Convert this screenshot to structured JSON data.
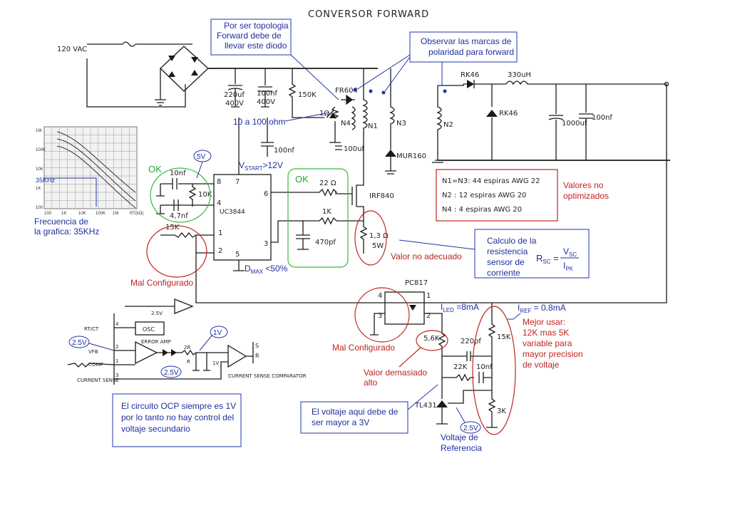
{
  "title": "CONVERSOR   FORWARD",
  "input": {
    "ac_label": "120 VAC"
  },
  "components": {
    "c_bulk1": "220uf",
    "c_bulk1_v": "400V",
    "c_bulk2": "100nf",
    "c_bulk2_v": "400V",
    "r_start": "150K",
    "d_fr604": "FR604",
    "r_gate": "1Ω",
    "n4_label": "N4",
    "n1_label": "N1",
    "n3_label": "N3",
    "d_mur160": "MUR160",
    "c_vcc": "100nf",
    "c_vcc2": "100uf",
    "n2_label": "N2",
    "d_rk46_a": "RK46",
    "d_rk46_b": "RK46",
    "l_out": "330uH",
    "c_out1": "1000uf",
    "c_out2": "100nf",
    "ic": "UC3844",
    "pin8": "8",
    "pin7": "7",
    "pin4": "4",
    "pin6": "6",
    "pin1": "1",
    "pin2": "2",
    "pin3": "3",
    "pin5": "5",
    "c_ref": "10nf",
    "r_rt": "10K",
    "c_ct": "4,7nf",
    "r_gate2": "22 Ω",
    "r_cs": "1K",
    "c_cs": "470pf",
    "mosfet": "IRF840",
    "r_sense": "1,3 Ω",
    "r_sense_w": "5W",
    "r_fb": "15K",
    "opto": "PC817",
    "opto_p4": "4",
    "opto_p3": "3",
    "opto_p2": "2",
    "opto_p1": "1",
    "r_led": "5,6K",
    "c_comp": "220pf",
    "r_comp": "22K",
    "c_comp2": "10nf",
    "tl431": "TL431",
    "r_div_top": "15K",
    "r_div_bot": "3K"
  },
  "turns_table": {
    "row1": "N1=N3: 44 espiras  AWG 22",
    "row2": "N2 : 12 espiras  AWG 20",
    "row3": "N4 : 4 espiras  AWG 20"
  },
  "notes": {
    "diode_note": "Por ser topologia Forward debe de llevar este diodo",
    "polarity_note": "Observar las marcas de polaridad para forward",
    "gate_res": "10 a 100 ohm",
    "v_start": "V START >12V",
    "ok1": "OK",
    "ok2": "OK",
    "val_10k": "5V",
    "freq_graph": "Frecuencia de la grafica: 35KHz",
    "freq_marker": "35KHz",
    "mal_conf1": "Mal Configurado",
    "dmax": "D MAX <50%",
    "valores_no_opt": "Valores no optimizados",
    "valor_no_adec": "Valor no adecuado",
    "calc_res": "Calculo de la resistencia sensor de corriente",
    "formula_lhs": "R SC =",
    "formula_num": "V SC",
    "formula_den": "I PK",
    "i_led": "I LED =8mA",
    "i_ref": "I REF = 0.8mA",
    "mejor_usar": "Mejor usar: 12K mas 5K variable para mayor precision de voltaje",
    "mal_conf2": "Mal Configurado",
    "valor_alto": "Valor demasiado alto",
    "voltaje_aqui": "El voltaje aqui debe de ser mayor a 3V",
    "volt_ref": "Voltaje de Referencia",
    "ocp_note": "El circuito OCP siempre es 1V por lo tanto no hay control del voltaje secundario",
    "b_2v5_a": "2.5V",
    "b_2v5_b": "2.5V",
    "b_1v": "1V",
    "b_2v5_c": "2.5V"
  },
  "inset": {
    "rt_ct": "RT/CT",
    "vfb": "VFB",
    "comp": "COMP",
    "current_sense": "CURRENT SENSE",
    "osc": "OSC",
    "error_amp": "ERROR AMP",
    "ref": "2.5V",
    "r2r": "2R",
    "r1": "R",
    "v1": "1V",
    "cs_comp": "CURRENT SENSE COMPARATOR",
    "s": "S",
    "r": "R",
    "p4": "4",
    "p2": "2",
    "p1": "1",
    "p3": "3"
  },
  "graph": {
    "y_labels": [
      "1M",
      "100K",
      "10K",
      "1K",
      "100"
    ],
    "x_labels": [
      "100",
      "1K",
      "10K",
      "100K",
      "1M",
      "RT(kΩ)"
    ]
  }
}
